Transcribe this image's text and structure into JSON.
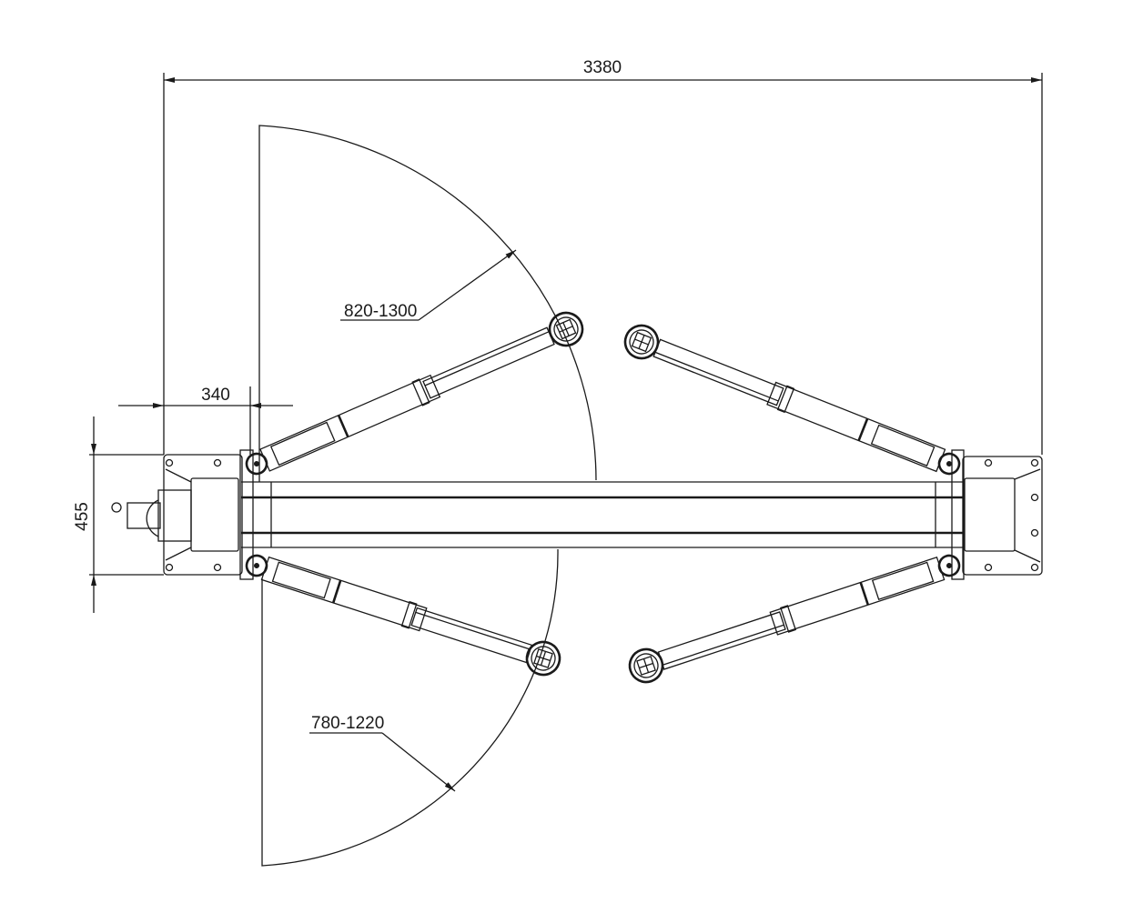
{
  "drawing": {
    "overall_width": "3380",
    "column_offset": "340",
    "column_depth": "455",
    "front_arm_reach": "820-1300",
    "rear_arm_reach": "780-1220",
    "line_color": "#1a1a1a"
  }
}
